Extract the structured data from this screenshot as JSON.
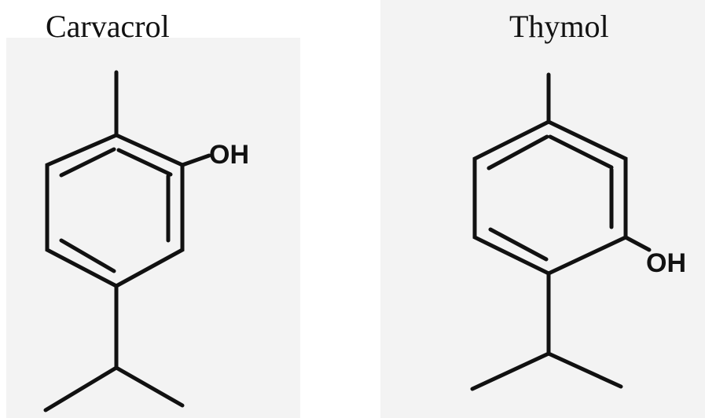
{
  "molecules": [
    {
      "name": "Carvacrol",
      "substituent": "OH"
    },
    {
      "name": "Thymol",
      "substituent": "OH"
    }
  ]
}
